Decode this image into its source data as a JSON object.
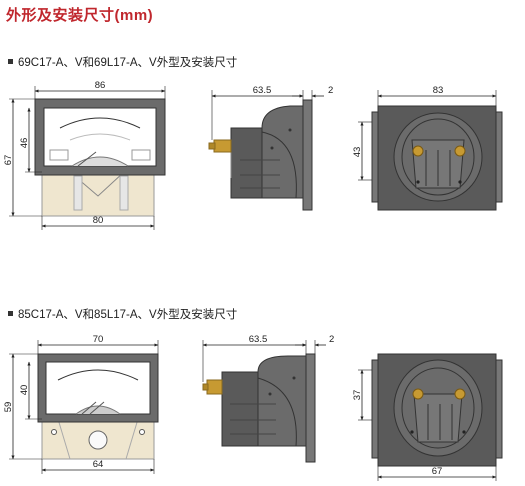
{
  "title": "外形及安装尺寸(mm)",
  "sections": [
    {
      "heading": "69C17-A、V和69L17-A、V外型及安装尺寸",
      "front": {
        "width_top": "86",
        "width_bottom": "80",
        "height_outer": "67",
        "height_inner": "46"
      },
      "side": {
        "depth": "63.5",
        "flange": "2"
      },
      "back": {
        "width": "83",
        "height": "43"
      }
    },
    {
      "heading": "85C17-A、V和85L17-A、V外型及安装尺寸",
      "front": {
        "width_top": "70",
        "width_bottom": "64",
        "height_outer": "59",
        "height_inner": "40"
      },
      "side": {
        "depth": "63.5",
        "flange": "2"
      },
      "back": {
        "width": "67",
        "height": "37"
      }
    }
  ],
  "colors": {
    "title": "#c0272d",
    "frame": "#6b6b6b",
    "body": "#5a5a5a",
    "cream": "#efe6cf"
  }
}
